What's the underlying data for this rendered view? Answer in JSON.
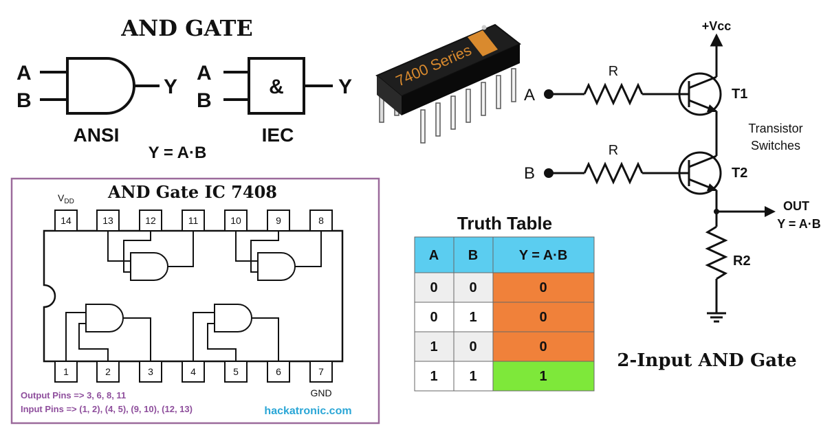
{
  "title": "AND GATE",
  "symbols": {
    "input_a": "A",
    "input_b": "B",
    "output_y": "Y",
    "ansi_label": "ANSI",
    "iec_label": "IEC",
    "iec_symbol": "&",
    "equation": "Y = A·B"
  },
  "chip_label": "7400 Series",
  "ic": {
    "title": "AND Gate IC 7408",
    "vdd_main": "V",
    "vdd_sub": "DD",
    "gnd": "GND",
    "top_pins": [
      "14",
      "13",
      "12",
      "11",
      "10",
      "9",
      "8"
    ],
    "bottom_pins": [
      "1",
      "2",
      "3",
      "4",
      "5",
      "6",
      "7"
    ],
    "output_pins": "Output Pins => 3, 6, 8, 11",
    "input_pins": "Input Pins => (1, 2), (4, 5), (9, 10), (12, 13)",
    "watermark": "hackatronic.com"
  },
  "truth_table": {
    "title": "Truth Table",
    "headers": [
      "A",
      "B",
      "Y = A·B"
    ],
    "rows": [
      [
        "0",
        "0",
        "0"
      ],
      [
        "0",
        "1",
        "0"
      ],
      [
        "1",
        "0",
        "0"
      ],
      [
        "1",
        "1",
        "1"
      ]
    ]
  },
  "circuit": {
    "vcc": "+Vcc",
    "input_a": "A",
    "input_b": "B",
    "r1": "R",
    "r2": "R",
    "t1": "T1",
    "t2": "T2",
    "switch_line1": "Transistor",
    "switch_line2": "Switches",
    "out": "OUT",
    "out_eq": "Y = A·B",
    "r_load": "R2",
    "caption": "2-Input AND Gate"
  },
  "colors": {
    "header_cyan": "#5bcdf0",
    "low_orange": "#f0813a",
    "high_green": "#7ee83a",
    "ic_border": "#9b6a9b",
    "pin_text_purple": "#8e4e9c",
    "watermark_cyan": "#2aa6d6",
    "chip_orange": "#d98a2e"
  }
}
